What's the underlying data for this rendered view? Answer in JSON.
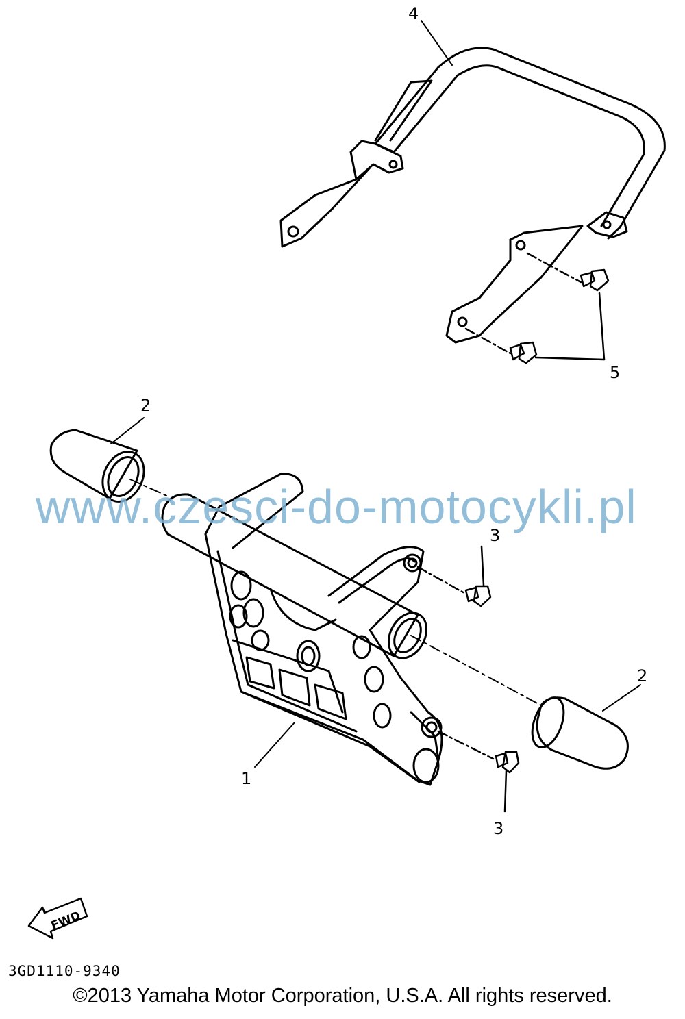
{
  "callouts": {
    "part_1": "1",
    "part_2_upper": "2",
    "part_2_lower": "2",
    "part_3_upper": "3",
    "part_3_lower": "3",
    "part_4": "4",
    "part_5": "5"
  },
  "fwd_label": "FWD",
  "diagram_code": "3GD1110-9340",
  "watermark": "www.czesci-do-motocykli.pl",
  "copyright": "©2013 Yamaha Motor Corporation, U.S.A. All rights reserved.",
  "colors": {
    "ink": "#000000",
    "watermark": "#7fb3d3",
    "background": "#ffffff"
  }
}
